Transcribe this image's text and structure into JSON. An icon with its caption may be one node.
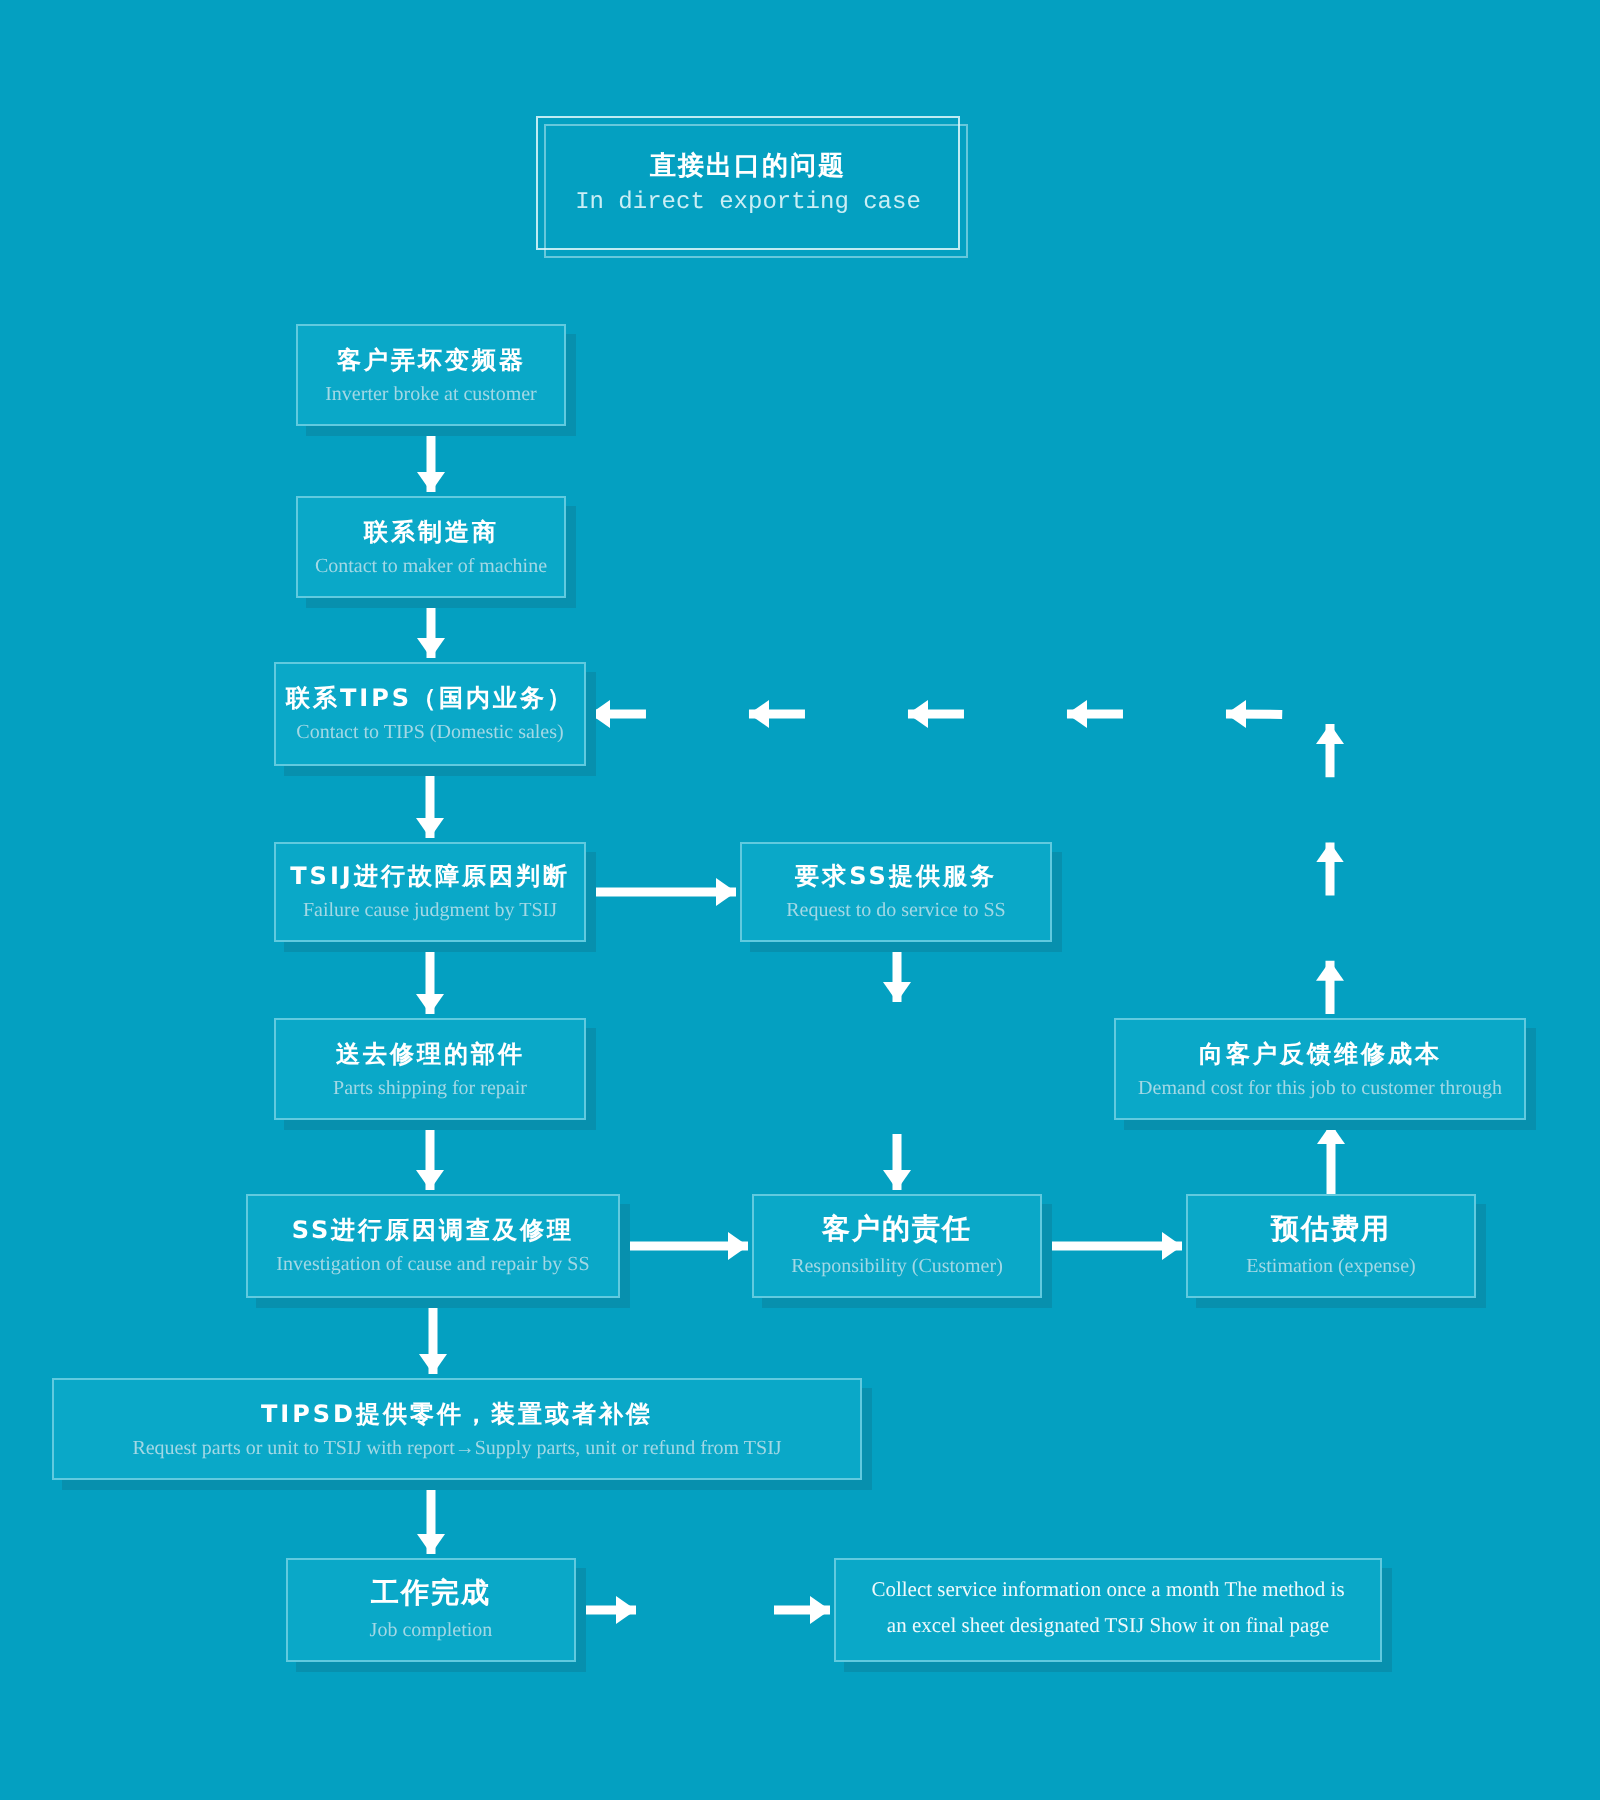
{
  "diagram": {
    "nodes": [
      {
        "text": [
          "直接出口的问题",
          "In direct exporting case"
        ]
      },
      {
        "text": [
          "客户弄坏变频器",
          "Inverter broke at customer"
        ]
      },
      {
        "text": [
          "联系制造商",
          "Contact to maker of machine"
        ]
      },
      {
        "text": [
          "联系TIPS（国内业务）",
          "Contact to TIPS (Domestic sales)"
        ]
      },
      {
        "text": [
          "TSIJ进行故障原因判断",
          "Failure cause judgment by TSIJ"
        ]
      },
      {
        "text": [
          "要求SS提供服务",
          "Request to do service to SS"
        ]
      },
      {
        "text": [
          "送去修理的部件",
          "Parts shipping for repair"
        ]
      },
      {
        "text": [
          "SS进行原因调查及修理",
          "Investigation of cause and repair by SS"
        ]
      },
      {
        "text": [
          "客户的责任",
          "Responsibility (Customer)"
        ]
      },
      {
        "text": [
          "预估费用",
          "Estimation (expense)"
        ]
      },
      {
        "text": [
          "向客户反馈维修成本",
          "Demand cost for this job to customer through"
        ]
      },
      {
        "text": [
          "TIPSD提供零件，装置或者补偿",
          "Request parts or unit to TSIJ with report→Supply parts, unit or refund from TSIJ"
        ]
      },
      {
        "text": [
          "工作完成",
          "Job completion"
        ]
      },
      {
        "text": [
          "Collect service information once a month The method is an excel sheet designated TSIJ Show it on final page"
        ]
      }
    ],
    "edges": [
      {
        "from": 1,
        "to": 2,
        "arrow": "to"
      },
      {
        "from": 2,
        "to": 3,
        "arrow": "to"
      },
      {
        "from": 3,
        "to": 4,
        "arrow": "to"
      },
      {
        "from": 4,
        "to": 5,
        "arrow": "to"
      },
      {
        "from": 4,
        "to": 6,
        "arrow": "to"
      },
      {
        "from": 5,
        "to": 8,
        "arrow": "to",
        "style": "dashed"
      },
      {
        "from": 6,
        "to": 7,
        "arrow": "to"
      },
      {
        "from": 7,
        "to": 8,
        "arrow": "to"
      },
      {
        "from": 8,
        "to": 9,
        "arrow": "to"
      },
      {
        "from": 9,
        "to": 10,
        "arrow": "to"
      },
      {
        "from": 10,
        "to": 3,
        "arrow": "to",
        "style": "dashed"
      },
      {
        "from": 7,
        "to": 11,
        "arrow": "to"
      },
      {
        "from": 11,
        "to": 12,
        "arrow": "to"
      },
      {
        "from": 12,
        "to": 13,
        "arrow": "to",
        "style": "dashed"
      }
    ]
  }
}
